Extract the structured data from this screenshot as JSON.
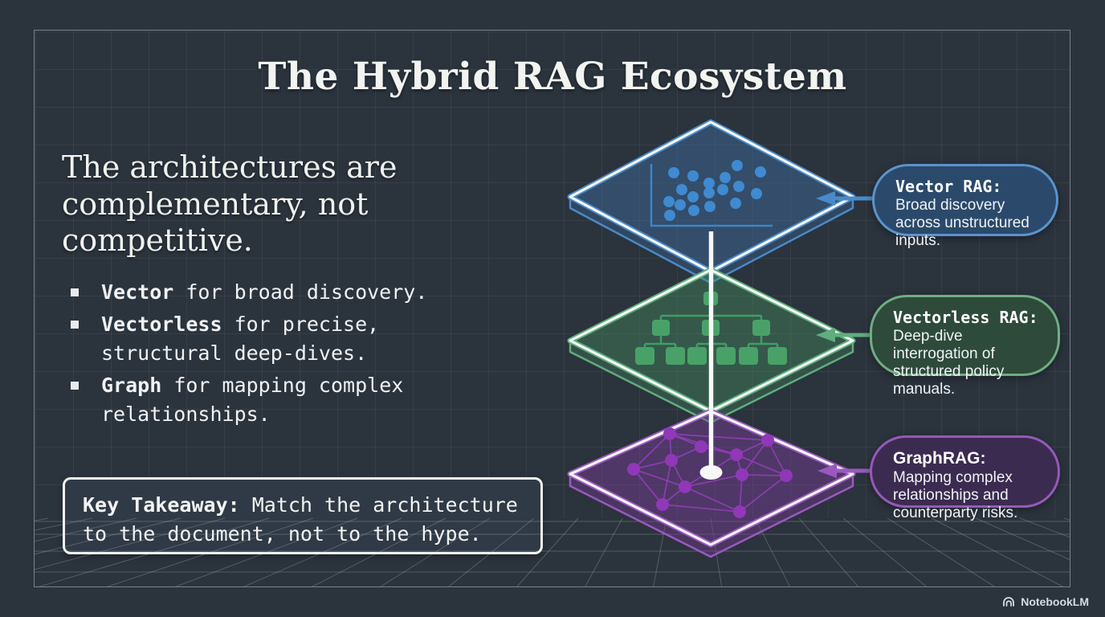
{
  "title": "The Hybrid RAG Ecosystem",
  "left_panel": {
    "headline": "The architectures are complementary, not competitive.",
    "bullets": [
      {
        "term": "Vector",
        "rest": " for broad discovery."
      },
      {
        "term": "Vectorless",
        "rest": " for precise, structural deep-dives."
      },
      {
        "term": "Graph",
        "rest": " for mapping complex relationships."
      }
    ],
    "takeaway": {
      "label": "Key Takeaway:",
      "text": " Match the architecture to the document, not to the hype."
    }
  },
  "layers": [
    {
      "name": "vector-layer",
      "accent": "#4a8ac9",
      "diagram": "scatter-plot",
      "callout": {
        "title": "Vector RAG:",
        "body": "Broad discovery across unstructured inputs."
      }
    },
    {
      "name": "vectorless-layer",
      "accent": "#5fae7d",
      "diagram": "tree-diagram",
      "callout": {
        "title": "Vectorless RAG:",
        "body": "Deep-dive interrogation of structured policy manuals."
      }
    },
    {
      "name": "graph-layer",
      "accent": "#9b59c0",
      "diagram": "network-graph",
      "callout": {
        "title": "GraphRAG:",
        "body": "Mapping complex relationships and counterparty risks."
      }
    }
  ],
  "footer": {
    "brand": "NotebookLM"
  },
  "colors": {
    "background": "#2b333d",
    "frame": "#c3d2d2",
    "text": "#f0f2f4"
  }
}
